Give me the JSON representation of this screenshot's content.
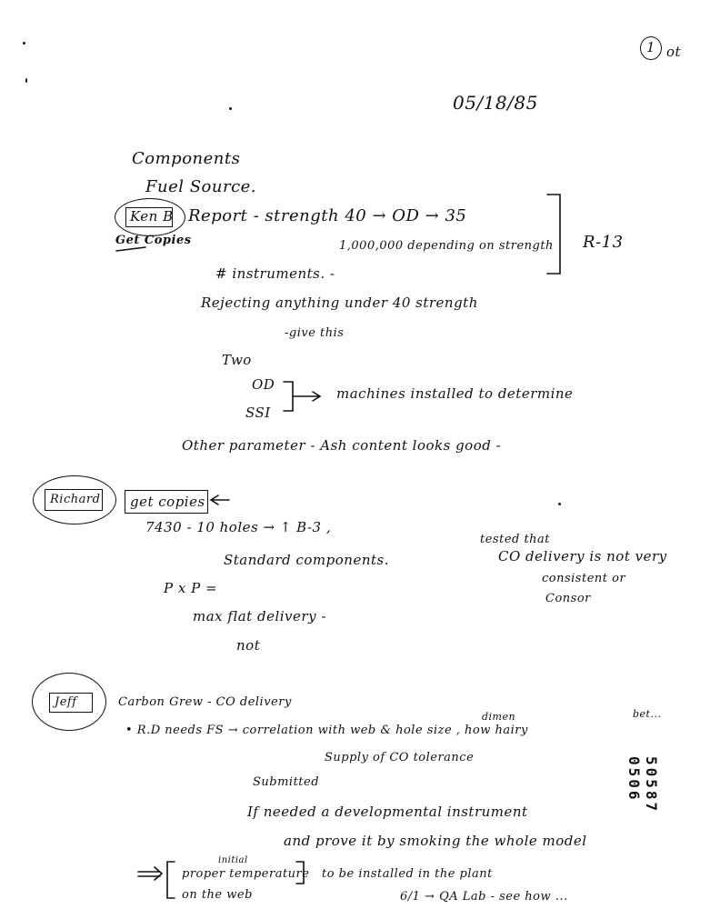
{
  "page": {
    "page_mark": "1",
    "page_mark_suffix": "ot",
    "date": "05/18/85",
    "bates_number": "50587 0506"
  },
  "lines": {
    "components": "Components",
    "fuel_source": "Fuel Source.",
    "ken_b_label": "Ken B",
    "report": "Report -   strength 40  → OD → 35",
    "get_copies_1": "Get Copies",
    "million": "1,000,000  depending on strength",
    "bracket_note": "R-13",
    "instruments": "# instruments. -",
    "rejecting": "Rejecting anything under 40 strength",
    "give_this": "-give this",
    "two": "Two",
    "od": "OD",
    "ssi": "SSI",
    "machines": "machines installed   to  determine",
    "other_params": "Other parameter -  Ash content  looks good -",
    "richard_label": "Richard",
    "get_copies_2": "get copies",
    "holes": "7430 - 10 holes    → ↑ B-3 ,",
    "standard": "Standard   components.",
    "tested": "tested that",
    "co_delivery": "CO delivery is not very",
    "consistent": "consistent or",
    "conc": "Consor",
    "pxp": "P x P =",
    "max_flat": "max flat delivery -",
    "not": "not",
    "jeff_label": "Jeff",
    "carbon": "Carbon Grew - CO delivery",
    "rd_needs": "• R.D  needs FS  → correlation  with  web  & hole size ,  how hairy",
    "dimension": "dimen",
    "between": "bet...",
    "supply": "Supply of CO  tolerance",
    "submitted": "Submitted",
    "needed": "If needed a  developmental  instrument",
    "prove": "and  prove it by  smoking the whole model",
    "proper": "proper   temperature",
    "initial": "initial",
    "on_web": "on the web",
    "installed": "to be installed   in  the  plant",
    "qa_lab": "6/1  →   QA Lab - see how ..."
  }
}
